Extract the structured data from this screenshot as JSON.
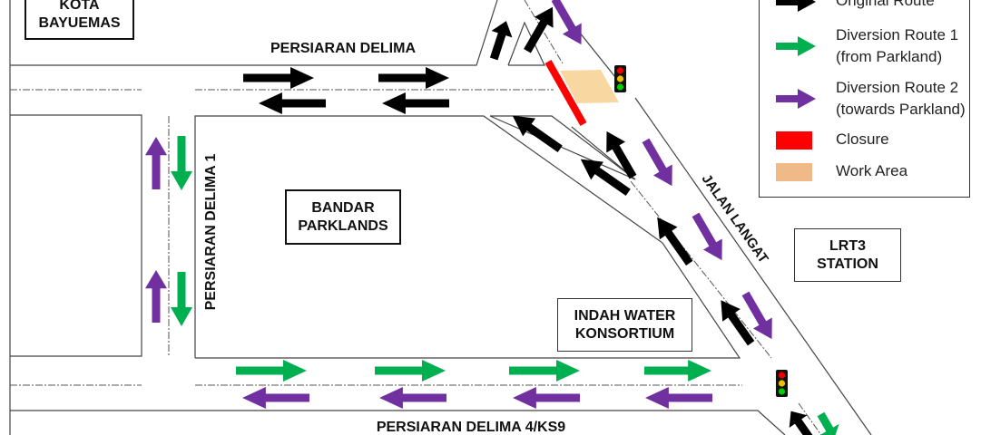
{
  "map": {
    "title": "Traffic diversion map",
    "places": {
      "kota_bayuemas": [
        "KOTA",
        "BAYUEMAS"
      ],
      "bandar_parklands": [
        "BANDAR",
        "PARKLANDS"
      ],
      "indah_water": [
        "INDAH WATER",
        "KONSORTIUM"
      ],
      "lrt3_station": [
        "LRT3",
        "STATION"
      ]
    },
    "roads": {
      "persiaran_delima": "PERSIARAN DELIMA",
      "persiaran_delima_1": "PERSIARAN DELIMA 1",
      "persiaran_delima_4": "PERSIARAN DELIMA 4/KS9",
      "jalan_langat": "JALAN LANGAT"
    },
    "colors": {
      "original": "#000000",
      "diversion1": "#00b050",
      "diversion2": "#7030a0",
      "closure": "#ff0000",
      "work_area": "#f8d8a0",
      "road_line": "#444444"
    }
  },
  "legend": {
    "items": [
      {
        "id": "original",
        "label": [
          "Original Route"
        ],
        "symbol": "arrow",
        "color": "#000000"
      },
      {
        "id": "diversion1",
        "label": [
          "Diversion Route 1",
          "(from Parkland)"
        ],
        "symbol": "arrow",
        "color": "#00b050"
      },
      {
        "id": "diversion2",
        "label": [
          "Diversion Route 2",
          "(towards Parkland)"
        ],
        "symbol": "arrow",
        "color": "#7030a0"
      },
      {
        "id": "closure",
        "label": [
          "Closure"
        ],
        "symbol": "swatch",
        "color": "#ff0000"
      },
      {
        "id": "work_area",
        "label": [
          "Work Area"
        ],
        "symbol": "swatch",
        "color": "#f0b988"
      }
    ]
  }
}
